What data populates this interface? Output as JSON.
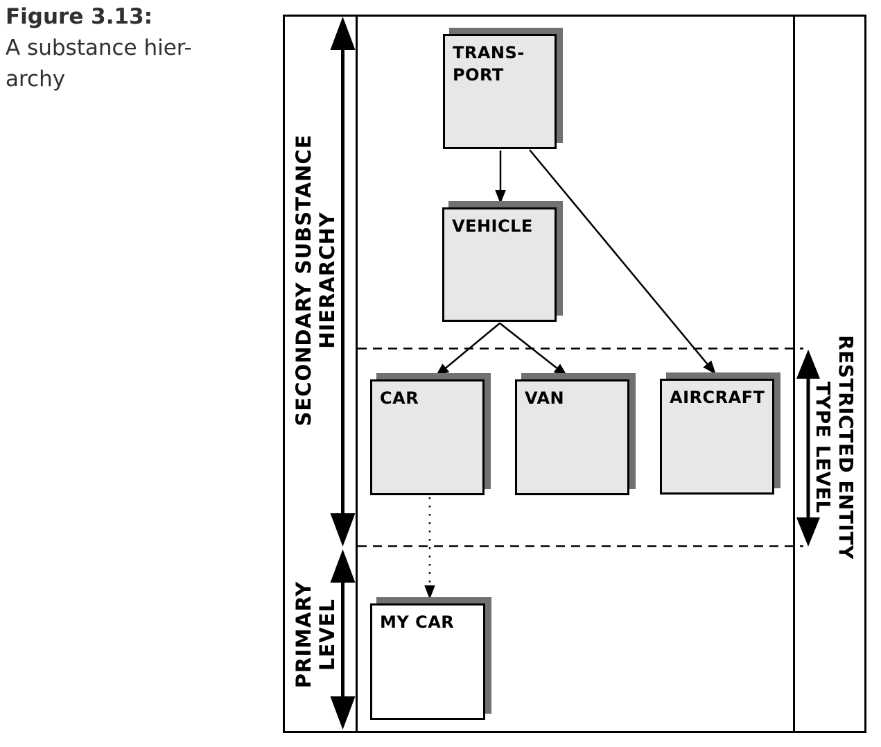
{
  "caption": {
    "title": "Figure 3.13:",
    "lines": [
      "A substance hier-",
      "archy"
    ]
  },
  "axes": {
    "secondary": "SECONDARY SUBSTANCE\nHIERARCHY",
    "primary": "PRIMARY\nLEVEL",
    "restricted": "RESTRICTED ENTITY\nTYPE LEVEL"
  },
  "nodes": {
    "transport": {
      "label": "TRANS-\nPORT"
    },
    "vehicle": {
      "label": "VEHICLE"
    },
    "car": {
      "label": "CAR"
    },
    "van": {
      "label": "VAN"
    },
    "aircraft": {
      "label": "AIRCRAFT"
    },
    "mycar": {
      "label": "MY CAR"
    }
  },
  "edges": [
    {
      "from": "transport",
      "to": "vehicle",
      "style": "solid"
    },
    {
      "from": "transport",
      "to": "aircraft",
      "style": "solid"
    },
    {
      "from": "vehicle",
      "to": "car",
      "style": "solid"
    },
    {
      "from": "vehicle",
      "to": "van",
      "style": "solid"
    },
    {
      "from": "car",
      "to": "mycar",
      "style": "dotted"
    }
  ],
  "colors": {
    "box_fill": "#e7e7e7",
    "box_shadow": "#717171",
    "mycar_fill": "#ffffff",
    "line": "#000000",
    "caption_text": "#303030",
    "background": "#ffffff"
  }
}
